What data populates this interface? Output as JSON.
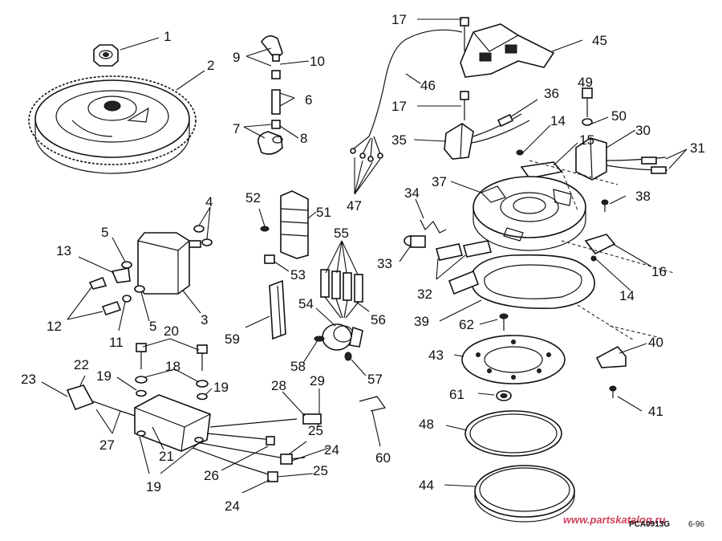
{
  "callouts": [
    "1",
    "2",
    "3",
    "4",
    "5",
    "5",
    "6",
    "7",
    "8",
    "9",
    "10",
    "11",
    "12",
    "13",
    "14",
    "14",
    "15",
    "16",
    "17",
    "17",
    "18",
    "19",
    "19",
    "19",
    "20",
    "21",
    "22",
    "23",
    "24",
    "24",
    "25",
    "25",
    "26",
    "27",
    "28",
    "29",
    "30",
    "31",
    "32",
    "33",
    "34",
    "35",
    "36",
    "37",
    "38",
    "39",
    "40",
    "41",
    "43",
    "44",
    "45",
    "46",
    "47",
    "48",
    "49",
    "50",
    "51",
    "52",
    "53",
    "54",
    "55",
    "56",
    "57",
    "58",
    "59",
    "60",
    "61",
    "62"
  ],
  "figure_code": "PCA0913G",
  "figure_date": "6-96",
  "watermark": "www.partskatalog.ru",
  "colors": {
    "line": "#111111",
    "watermark": "#d04060",
    "background": "#ffffff"
  }
}
